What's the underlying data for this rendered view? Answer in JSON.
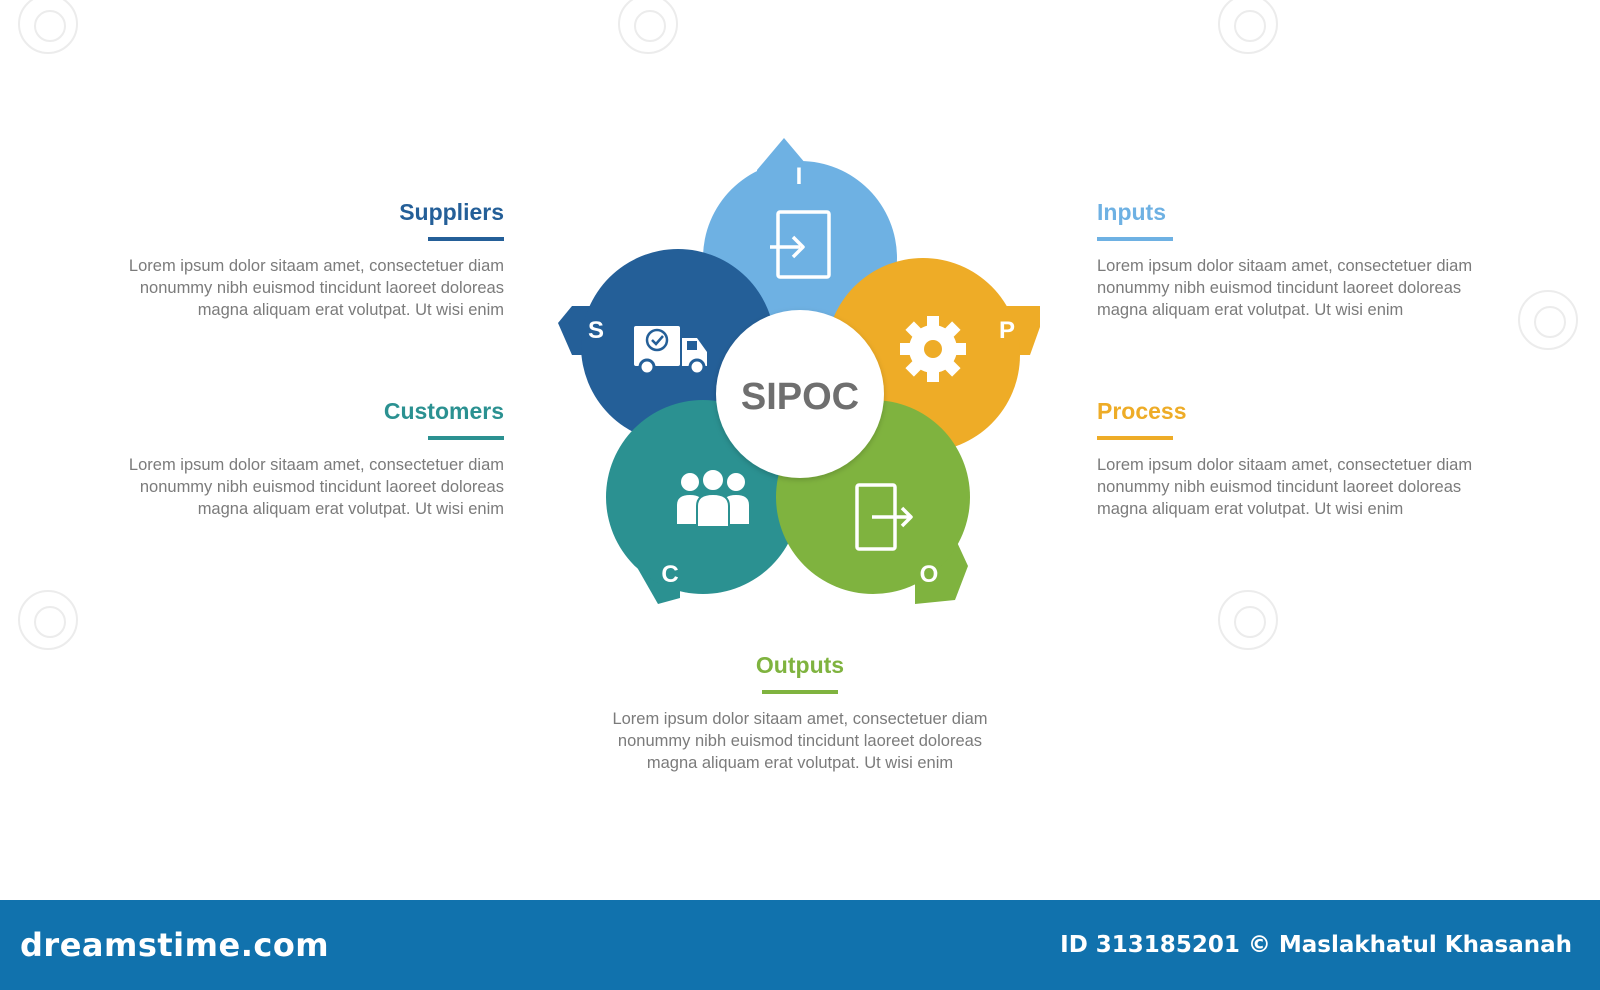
{
  "title": "SIPOC",
  "segments": [
    {
      "key": "suppliers",
      "letter": "S",
      "heading": "Suppliers",
      "color": "#245f98",
      "icon": "truck-check-icon",
      "text": [
        "Lorem ipsum dolor sitaam amet, consectetuer diam",
        "nonummy  nibh euismod tincidunt laoreet doloreas",
        "magna aliquam erat volutpat. Ut wisi enim"
      ]
    },
    {
      "key": "inputs",
      "letter": "I",
      "heading": "Inputs",
      "color": "#6eb1e3",
      "icon": "sign-in-icon",
      "text": [
        "Lorem ipsum dolor sitaam amet, consectetuer diam",
        "nonummy  nibh euismod tincidunt laoreet doloreas",
        "magna aliquam erat volutpat. Ut wisi enim"
      ]
    },
    {
      "key": "process",
      "letter": "P",
      "heading": "Process",
      "color": "#eeac27",
      "icon": "gear-icon",
      "text": [
        "Lorem ipsum dolor sitaam amet, consectetuer diam",
        "nonummy  nibh euismod tincidunt laoreet doloreas",
        "magna aliquam erat volutpat. Ut wisi enim"
      ]
    },
    {
      "key": "outputs",
      "letter": "O",
      "heading": "Outputs",
      "color": "#7fb33f",
      "icon": "sign-out-icon",
      "text": [
        "Lorem ipsum dolor sitaam amet, consectetuer diam",
        "nonummy  nibh euismod tincidunt laoreet doloreas",
        "magna aliquam erat volutpat. Ut wisi enim"
      ]
    },
    {
      "key": "customers",
      "letter": "C",
      "heading": "Customers",
      "color": "#2b9191",
      "icon": "people-group-icon",
      "text": [
        "Lorem ipsum dolor sitaam amet, consectetuer diam",
        "nonummy  nibh euismod tincidunt laoreet doloreas",
        "magna aliquam erat volutpat. Ut wisi enim"
      ]
    }
  ],
  "footer": {
    "brand": "dreamstime.com",
    "credit": "ID 313185201 © Maslakhatul Khasanah",
    "color": "#1172ad"
  }
}
